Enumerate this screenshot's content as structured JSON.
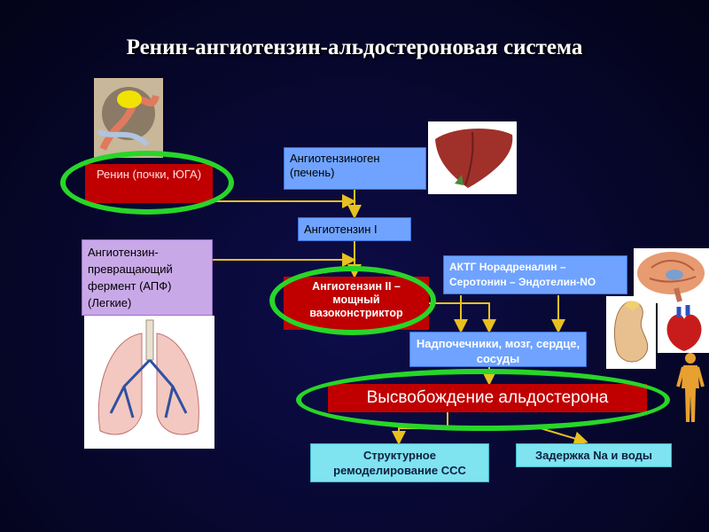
{
  "title": "Ренин-ангиотензин-альдостероновая система",
  "nodes": {
    "renin": "Ренин (почки, ЮГА)",
    "angiotensinogen": "Ангиотензиноген (печень)",
    "angiotensin1": "Ангиотензин I",
    "ace": "Ангиотензин-превращающий фермент (АПФ) (Легкие)",
    "angiotensin2": "Ангиотензин II – мощный вазоконстриктор",
    "hormones": "АКТГ Норадреналин – Серотонин – Эндотелин-NO",
    "targets": "Надпочечники, мозг, сердце, сосуды",
    "aldosterone": "Высвобождение альдостерона",
    "remodeling": "Структурное ремоделирование ССС",
    "retention": "Задержка Na и воды"
  },
  "images": {
    "kidney_glomerulus": "glomerulus-illustration",
    "liver": "liver-illustration",
    "lungs": "lungs-illustration",
    "brain": "brain-illustration",
    "adrenal_kidney": "kidney-illustration",
    "heart": "heart-illustration",
    "body": "human-body-illustration"
  },
  "colors": {
    "highlight_ring": "#27d628",
    "arrow": "#e8c020",
    "red_box": "#c00000",
    "blue_box": "#6fa3ff",
    "violet_box": "#c9a8e8",
    "cyan_box": "#7fe3f0"
  }
}
